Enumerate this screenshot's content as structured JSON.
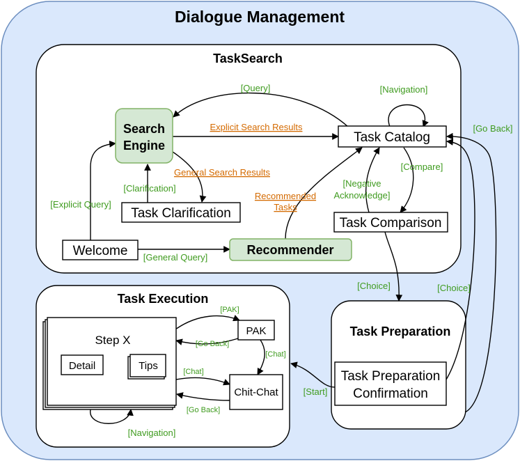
{
  "title": "Dialogue Management",
  "groups": {
    "task_search": "TaskSearch",
    "task_execution": "Task Execution",
    "task_preparation": "Task Preparation"
  },
  "nodes": {
    "search_engine_line1": "Search",
    "search_engine_line2": "Engine",
    "task_catalog": "Task Catalog",
    "task_clarification": "Task Clarification",
    "welcome": "Welcome",
    "recommender": "Recommender",
    "task_comparison": "Task Comparison",
    "step_x": "Step X",
    "detail": "Detail",
    "tips": "Tips",
    "pak": "PAK",
    "chit_chat": "Chit-Chat",
    "prep_conf_line1": "Task Preparation",
    "prep_conf_line2": "Confirmation"
  },
  "edges": {
    "query": "[Query]",
    "navigation_catalog": "[Navigation]",
    "explicit_search_results": "Explicit Search Results",
    "general_search_results": "General Search Results",
    "clarification": "[Clarification]",
    "explicit_query": "[Explicit Query]",
    "general_query": "[General Query]",
    "recommended_line1": "Recommended",
    "recommended_line2": "Tasks",
    "negative_line1": "[Negative",
    "negative_line2": "Acknowledge]",
    "compare": "[Compare]",
    "go_back_catalog": "[Go Back]",
    "choice_comparison": "[Choice]",
    "choice_prep": "[Choice]",
    "start": "[Start]",
    "pak": "[PAK]",
    "go_back_pak": "[Go Back]",
    "chat_pak": "[Chat]",
    "chat_step": "[Chat]",
    "go_back_chat": "[Go Back]",
    "navigation_step": "[Navigation]"
  },
  "colors": {
    "outer_fill": "#dae8fc",
    "node_green": "#d5e8d4",
    "node_green_stroke": "#82b366",
    "label_green": "#3f9b1f",
    "label_orange": "#d46a00"
  }
}
